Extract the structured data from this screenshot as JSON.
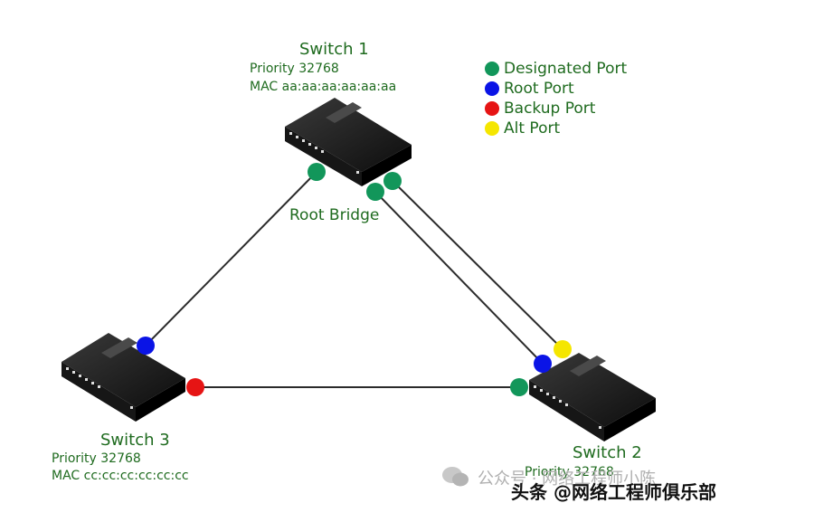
{
  "switches": {
    "s1": {
      "name": "Switch 1",
      "priority": "Priority 32768",
      "mac": "MAC aa:aa:aa:aa:aa:aa",
      "role": "Root Bridge"
    },
    "s2": {
      "name": "Switch 2",
      "priority": "Priority 32768"
    },
    "s3": {
      "name": "Switch 3",
      "priority": "Priority 32768",
      "mac": "MAC cc:cc:cc:cc:cc:cc"
    }
  },
  "legend": [
    {
      "label": "Designated Port",
      "color": "#12965a"
    },
    {
      "label": "Root Port",
      "color": "#0a14e6"
    },
    {
      "label": "Backup Port",
      "color": "#e61414"
    },
    {
      "label": "Alt Port",
      "color": "#f5e600"
    }
  ],
  "watermark": {
    "faded_text": "公众号 · 网络工程师小陈",
    "main_text": "头条 @网络工程师俱乐部"
  },
  "colors": {
    "link": "#2b2b2b",
    "label_green": "#1f6b1f"
  }
}
